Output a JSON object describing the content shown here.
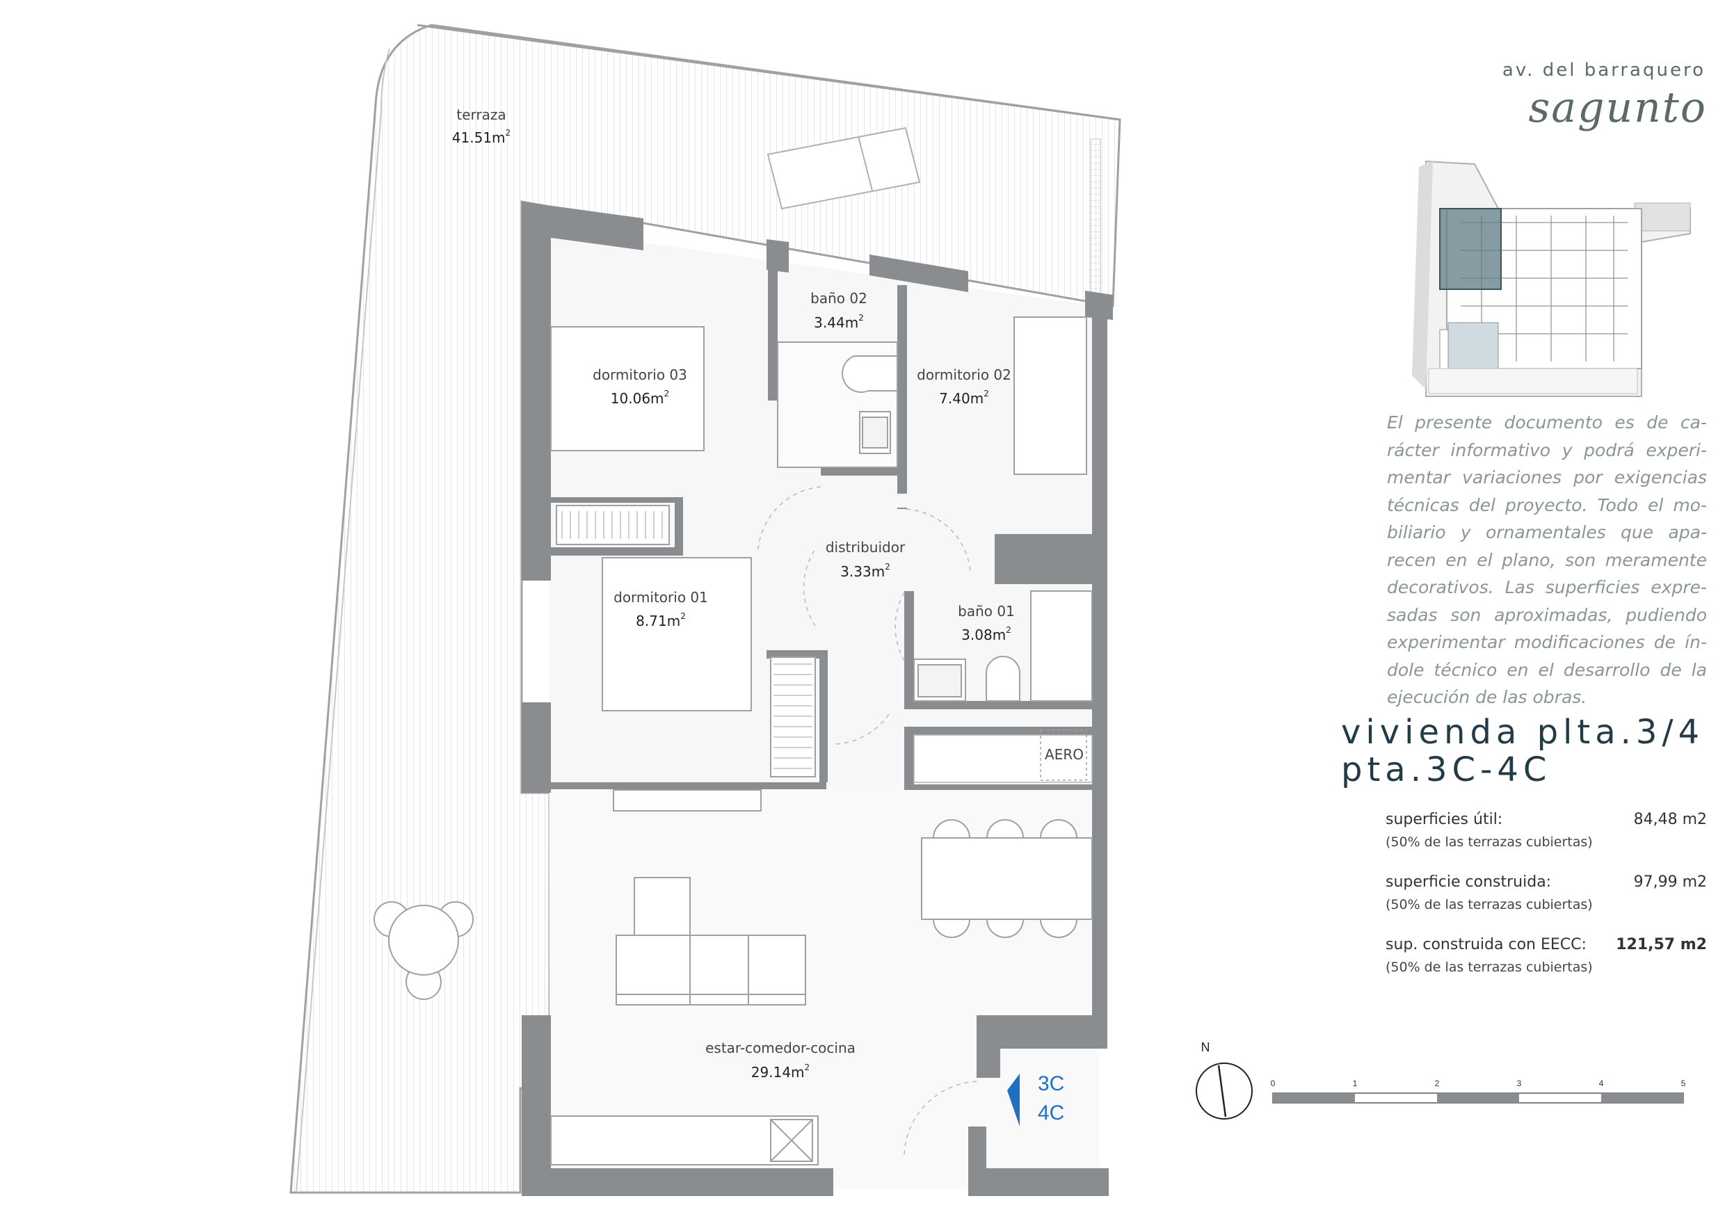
{
  "header": {
    "street": "av. del barraquero",
    "city": "sagunto"
  },
  "rooms": [
    {
      "key": "terraza",
      "label": "terraza",
      "area": "41.51m",
      "exp": "2"
    },
    {
      "key": "dorm03",
      "label": "dormitorio 03",
      "area": "10.06m",
      "exp": "2"
    },
    {
      "key": "bano02",
      "label": "baño 02",
      "area": "3.44m",
      "exp": "2"
    },
    {
      "key": "dorm02",
      "label": "dormitorio 02",
      "area": "7.40m",
      "exp": "2"
    },
    {
      "key": "distribuidor",
      "label": "distribuidor",
      "area": "3.33m",
      "exp": "2"
    },
    {
      "key": "dorm01",
      "label": "dormitorio 01",
      "area": "8.71m",
      "exp": "2"
    },
    {
      "key": "bano01",
      "label": "baño 01",
      "area": "3.08m",
      "exp": "2"
    },
    {
      "key": "estar",
      "label": "estar-comedor-cocina",
      "area": "29.14m",
      "exp": "2"
    }
  ],
  "aero_label": "AERO",
  "unit_ref": {
    "line1": "3C",
    "line2": "4C",
    "color": "#1f6fc5"
  },
  "compass": {
    "label": "N"
  },
  "scale": {
    "ticks": [
      "0",
      "1",
      "2",
      "3",
      "4",
      "5"
    ]
  },
  "disclaimer": "El presente documento es de ca-rácter informativo y podrá experi-mentar variaciones por exigencias técnicas del proyecto. Todo el mo-biliario y ornamentales que apa-recen en el plano, son meramente decorativos. Las superficies expre-sadas son aproximadas, pudiendo experimentar modificaciones de ín-dole técnico en el desarrollo de la ejecución de las obras.",
  "unit_title": {
    "line1": "vivienda plta.3/4",
    "line2": "pta.3C-4C"
  },
  "areas": [
    {
      "label": "superficies  útil:",
      "value": "84,48  m2",
      "note": "(50% de las terrazas cubiertas)",
      "bold": false
    },
    {
      "label": "superficie construida:",
      "value": "97,99  m2",
      "note": "(50% de las terrazas cubiertas)",
      "bold": false
    },
    {
      "label": "sup. construida con EECC:",
      "value": "121,57 m2",
      "note": "(50% de las terrazas cubiertas)",
      "bold": true
    }
  ],
  "colors": {
    "wall": "#8a8d90",
    "wall_light": "#b5b8ba",
    "terrace_line": "#d2d2d2",
    "accent": "#1f6fc5",
    "text_muted": "#8a9696",
    "title": "#233b47"
  }
}
